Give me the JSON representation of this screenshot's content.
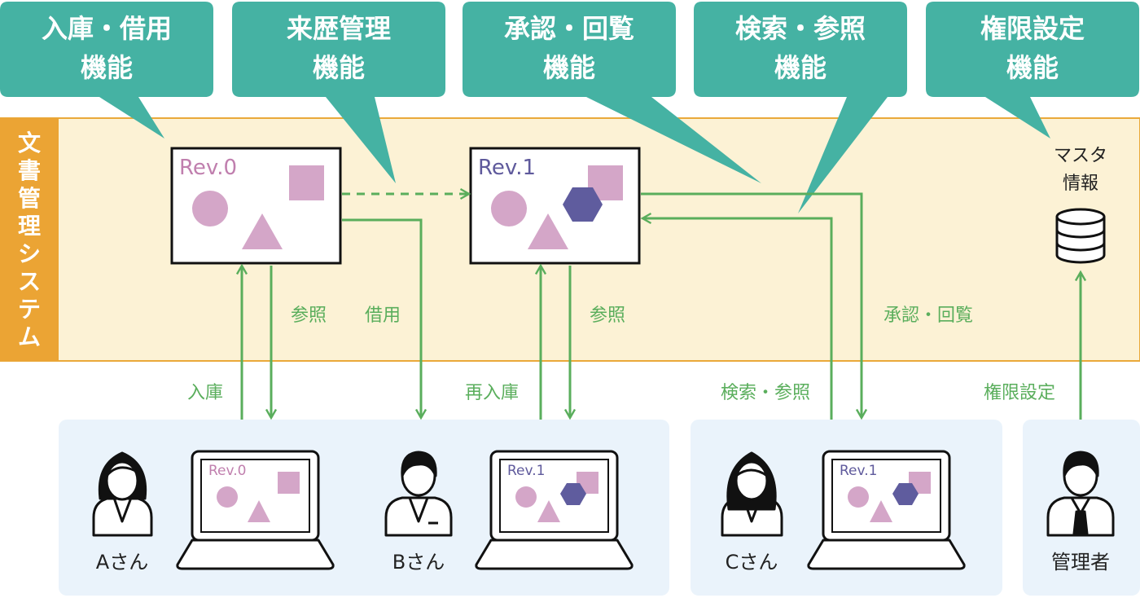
{
  "colors": {
    "teal": "#45b2a3",
    "band_bg": "#fcf2d5",
    "band_border": "#eaa93a",
    "band_label_bg": "#eba434",
    "flow_green": "#5aae5c",
    "rev0_text": "#c07fae",
    "rev1_text": "#5f5a9c",
    "shape_pink": "#d4a6c8",
    "shape_navy": "#5f5c9e",
    "user_panel": "#eaf3fb"
  },
  "callouts": [
    {
      "line1": "入庫・借用",
      "line2": "機能"
    },
    {
      "line1": "来歴管理",
      "line2": "機能"
    },
    {
      "line1": "承認・回覧",
      "line2": "機能"
    },
    {
      "line1": "検索・参照",
      "line2": "機能"
    },
    {
      "line1": "権限設定",
      "line2": "機能"
    }
  ],
  "system_label": [
    "文",
    "書",
    "管",
    "理",
    "シ",
    "ス",
    "テ",
    "ム"
  ],
  "documents": [
    {
      "rev": "Rev.0"
    },
    {
      "rev": "Rev.1"
    }
  ],
  "master": {
    "line1": "マスタ",
    "line2": "情報",
    "icon": "database-icon"
  },
  "flow_labels": {
    "reference_a": "参照",
    "borrow": "借用",
    "checkin": "入庫",
    "recheckin": "再入庫",
    "reference_b": "参照",
    "approval": "承認・回覧",
    "search": "検索・参照",
    "permission": "権限設定"
  },
  "users": [
    {
      "name": "Aさん",
      "screen_rev": "Rev.0"
    },
    {
      "name": "Bさん",
      "screen_rev": "Rev.1"
    },
    {
      "name": "Cさん",
      "screen_rev": "Rev.1"
    },
    {
      "name": "管理者"
    }
  ]
}
